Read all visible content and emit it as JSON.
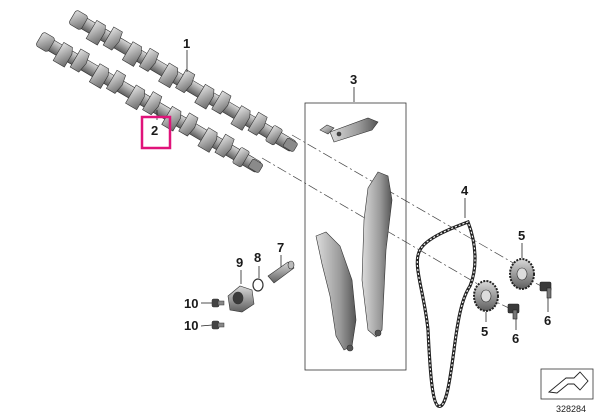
{
  "diagram": {
    "callouts": {
      "camshaft_exhaust": "1",
      "camshaft_intake": "2",
      "guide_rail_set": "3",
      "timing_chain": "4",
      "sprocket_upper": "5",
      "sprocket_lower": "5",
      "bolt_upper": "6",
      "bolt_lower": "6",
      "tensioner_plunger": "7",
      "seal_ring": "8",
      "tensioner_housing": "9",
      "screw_upper": "10",
      "screw_lower": "10"
    },
    "highlight_color": "#e0137a",
    "reference_number": "328284"
  }
}
